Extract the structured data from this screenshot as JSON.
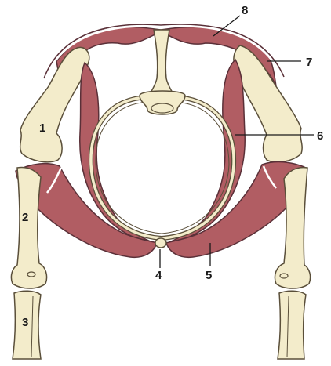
{
  "diagram": {
    "labels": {
      "l1": "1",
      "l2": "2",
      "l3": "3",
      "l4": "4",
      "l5": "5",
      "l6": "6",
      "l7": "7",
      "l8": "8"
    },
    "colors": {
      "bone": "#f3eccb",
      "bone_outline": "#5a4f3a",
      "muscle": "#b15d63",
      "muscle_dark": "#8a3b43",
      "cartilage": "#ffffff",
      "label": "#1a1a1a",
      "leader": "#1a1a1a",
      "background": "#ffffff"
    }
  }
}
